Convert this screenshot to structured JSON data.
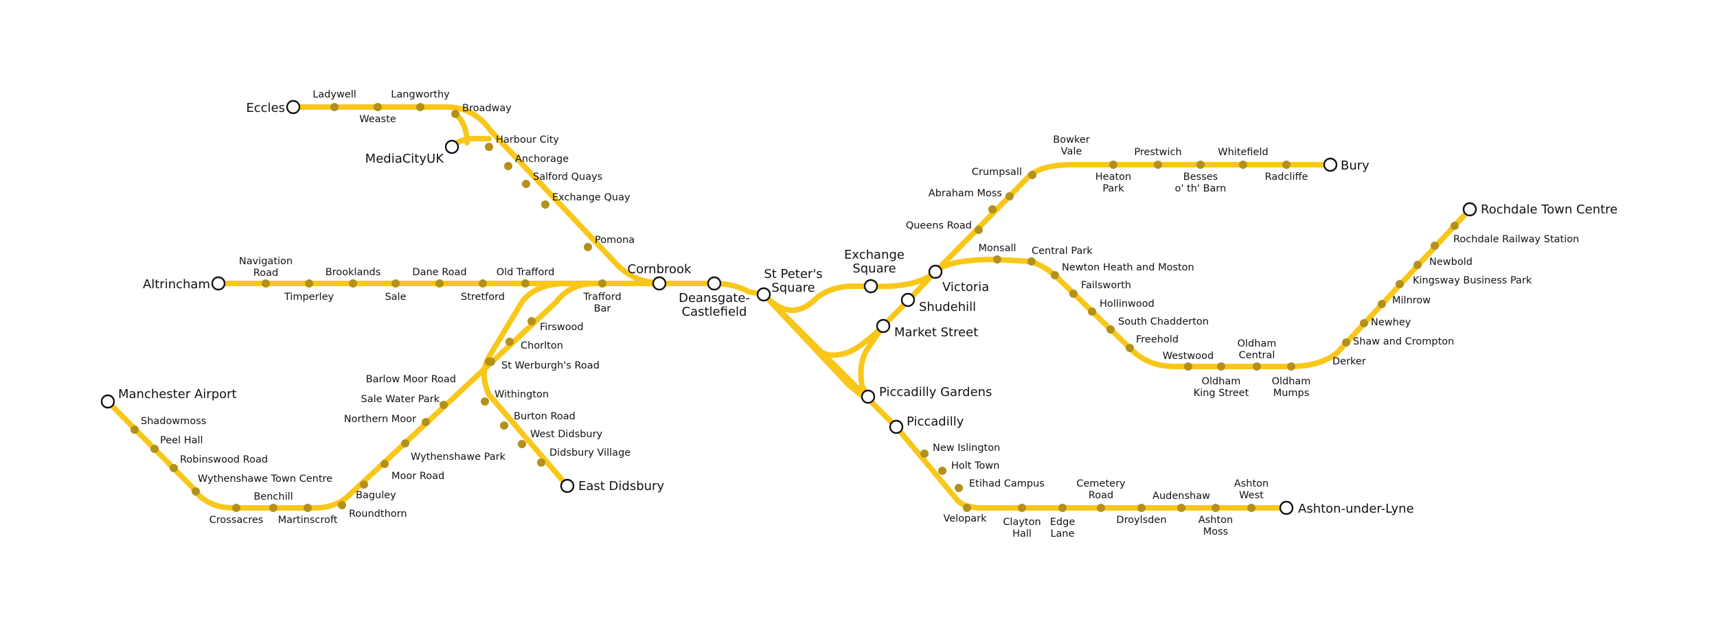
{
  "colors": {
    "line": "#f8c71a",
    "stop": "#b2901b",
    "terminus_fill": "#ffffff",
    "terminus_stroke": "#111111",
    "text": "#111111"
  },
  "stations": {
    "eccles": "Eccles",
    "ladywell": "Ladywell",
    "weaste": "Weaste",
    "langworthy": "Langworthy",
    "broadway": "Broadway",
    "mediacityuk": "MediaCityUK",
    "harbour_city": "Harbour City",
    "anchorage": "Anchorage",
    "salford_quays": "Salford Quays",
    "exchange_quay": "Exchange Quay",
    "pomona": "Pomona",
    "cornbrook": "Cornbrook",
    "altrincham": "Altrincham",
    "navigation_road": [
      "Navigation",
      "Road"
    ],
    "timperley": "Timperley",
    "brooklands": "Brooklands",
    "sale": "Sale",
    "dane_road": "Dane Road",
    "stretford": "Stretford",
    "old_trafford": "Old Trafford",
    "trafford_bar": [
      "Trafford",
      "Bar"
    ],
    "deansgate": [
      "Deansgate-",
      "Castlefield"
    ],
    "st_peters": [
      "St Peter's",
      "Square"
    ],
    "exchange_square": [
      "Exchange",
      "Square"
    ],
    "victoria": "Victoria",
    "shudehill": "Shudehill",
    "market_street": "Market Street",
    "piccadilly_gardens": "Piccadilly Gardens",
    "piccadilly": "Piccadilly",
    "firswood": "Firswood",
    "chorlton": "Chorlton",
    "st_werburghs": "St Werburgh's Road",
    "withington": "Withington",
    "burton_road": "Burton Road",
    "west_didsbury": "West Didsbury",
    "didsbury_village": "Didsbury Village",
    "east_didsbury": "East Didsbury",
    "barlow_moor": "Barlow Moor Road",
    "sale_water_park": "Sale Water Park",
    "northern_moor": "Northern Moor",
    "wythenshawe_park": "Wythenshawe Park",
    "moor_road": "Moor Road",
    "baguley": "Baguley",
    "roundthorn": "Roundthorn",
    "martinscroft": "Martinscroft",
    "benchill": "Benchill",
    "crossacres": "Crossacres",
    "wythenshawe_tc": "Wythenshawe Town Centre",
    "robinswood": "Robinswood Road",
    "peel_hall": "Peel Hall",
    "shadowmoss": "Shadowmoss",
    "manchester_airport": "Manchester Airport",
    "queens_road": "Queens Road",
    "abraham_moss": "Abraham Moss",
    "crumpsall": "Crumpsall",
    "bowker_vale": [
      "Bowker",
      "Vale"
    ],
    "heaton_park": [
      "Heaton",
      "Park"
    ],
    "prestwich": "Prestwich",
    "besses": [
      "Besses",
      "o' th' Barn"
    ],
    "whitefield": "Whitefield",
    "radcliffe": "Radcliffe",
    "bury": "Bury",
    "monsall": "Monsall",
    "central_park": "Central Park",
    "newton_heath": "Newton Heath and Moston",
    "failsworth": "Failsworth",
    "hollinwood": "Hollinwood",
    "south_chadderton": "South Chadderton",
    "freehold": "Freehold",
    "westwood": "Westwood",
    "oldham_king_street": [
      "Oldham",
      "King Street"
    ],
    "oldham_central": [
      "Oldham",
      "Central"
    ],
    "oldham_mumps": [
      "Oldham",
      "Mumps"
    ],
    "derker": "Derker",
    "shaw_crompton": "Shaw and Crompton",
    "newhey": "Newhey",
    "milnrow": "Milnrow",
    "kingsway": "Kingsway Business Park",
    "newbold": "Newbold",
    "rochdale_railway": "Rochdale Railway Station",
    "rochdale_tc": "Rochdale Town Centre",
    "new_islington": "New Islington",
    "holt_town": "Holt Town",
    "etihad": "Etihad Campus",
    "velopark": "Velopark",
    "clayton_hall": [
      "Clayton",
      "Hall"
    ],
    "edge_lane": [
      "Edge",
      "Lane"
    ],
    "cemetery_road": [
      "Cemetery",
      "Road"
    ],
    "droylsden": "Droylsden",
    "audenshaw": "Audenshaw",
    "ashton_moss": [
      "Ashton",
      "Moss"
    ],
    "ashton_west": [
      "Ashton",
      "West"
    ],
    "ashton_under_lyne": "Ashton-under-Lyne"
  }
}
